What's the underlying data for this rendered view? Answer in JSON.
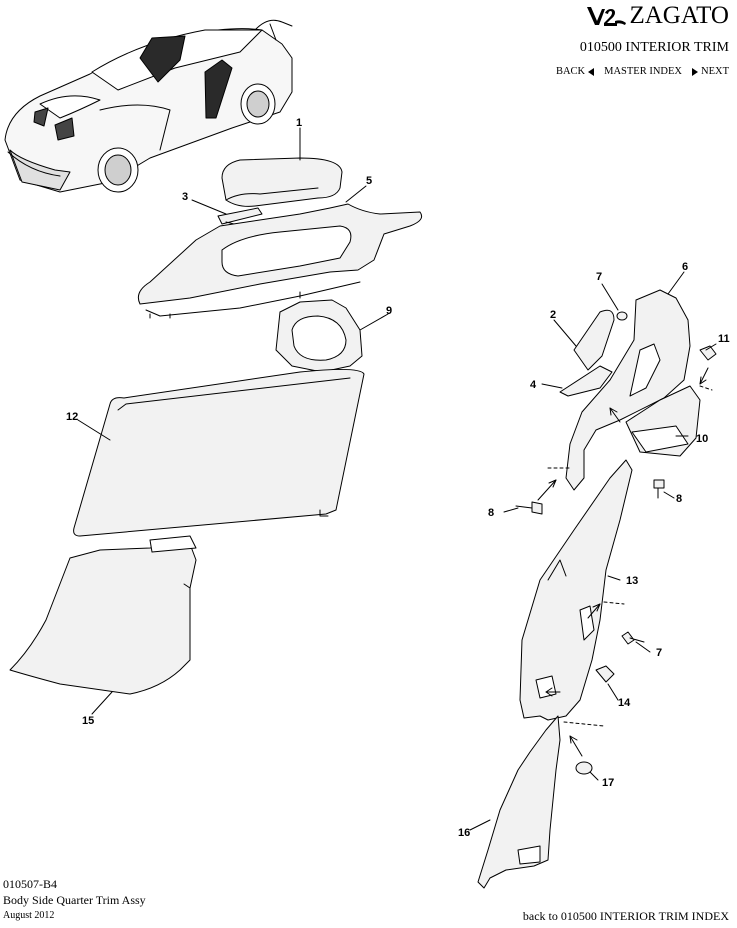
{
  "header": {
    "brand_name": "ZAGATO",
    "section_title": "010500 INTERIOR TRIM",
    "nav": {
      "back": "BACK",
      "master_index": "MASTER INDEX",
      "next": "NEXT"
    }
  },
  "callouts": [
    {
      "id": "c1",
      "label": "1"
    },
    {
      "id": "c2",
      "label": "2"
    },
    {
      "id": "c3",
      "label": "3"
    },
    {
      "id": "c4",
      "label": "4"
    },
    {
      "id": "c5",
      "label": "5"
    },
    {
      "id": "c6",
      "label": "6"
    },
    {
      "id": "c7a",
      "label": "7"
    },
    {
      "id": "c7b",
      "label": "7"
    },
    {
      "id": "c8a",
      "label": "8"
    },
    {
      "id": "c8b",
      "label": "8"
    },
    {
      "id": "c9",
      "label": "9"
    },
    {
      "id": "c10",
      "label": "10"
    },
    {
      "id": "c11",
      "label": "11"
    },
    {
      "id": "c12",
      "label": "12"
    },
    {
      "id": "c13",
      "label": "13"
    },
    {
      "id": "c14",
      "label": "14"
    },
    {
      "id": "c15",
      "label": "15"
    },
    {
      "id": "c16",
      "label": "16"
    },
    {
      "id": "c17",
      "label": "17"
    }
  ],
  "footer": {
    "code": "010507-B4",
    "name": "Body Side Quarter Trim Assy",
    "date": "August 2012",
    "back_link": "back to 010500 INTERIOR TRIM INDEX"
  }
}
